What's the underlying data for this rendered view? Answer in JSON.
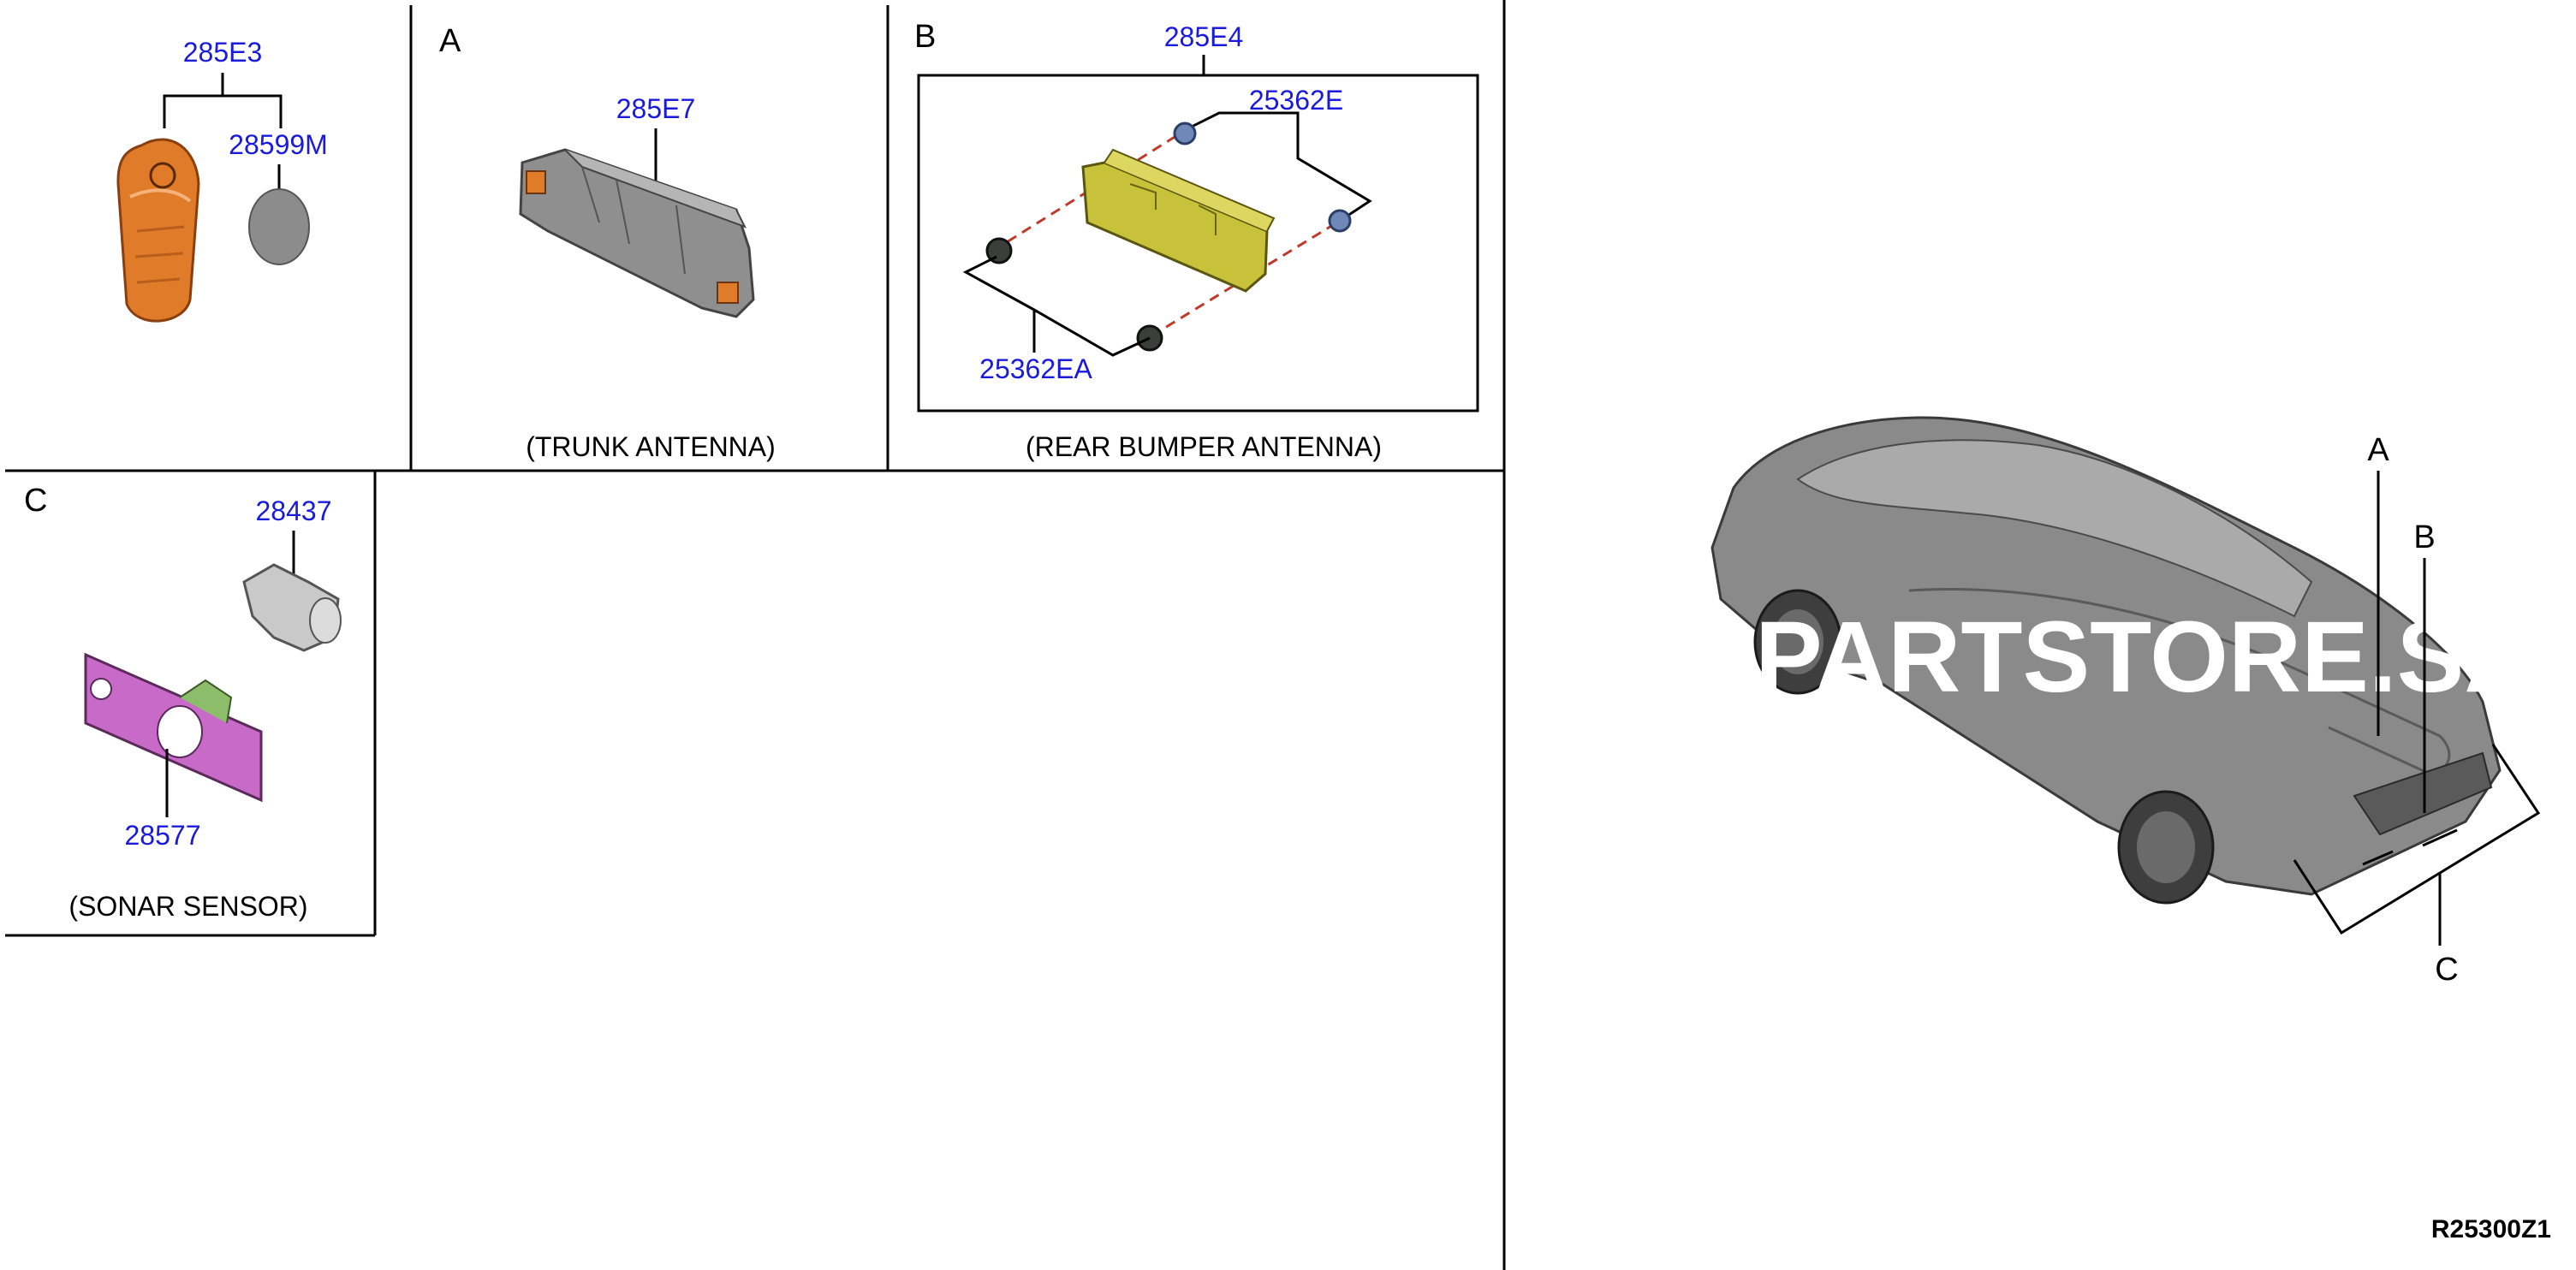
{
  "fob": {
    "key_part": "285E3",
    "battery_part": "28599M"
  },
  "trunk": {
    "letter": "A",
    "part": "285E7",
    "caption": "(TRUNK ANTENNA)"
  },
  "rear_bumper": {
    "letter": "B",
    "part": "285E4",
    "nut_part": "25362E",
    "clip_part": "25362EA",
    "caption": "(REAR BUMPER ANTENNA)"
  },
  "sonar": {
    "letter": "C",
    "sensor_part": "28437",
    "bracket_part": "28577",
    "caption": "(SONAR SENSOR)"
  },
  "vehicle": {
    "callout_a": "A",
    "callout_b": "B",
    "callout_c": "C"
  },
  "watermark": "PARTSTORE.SA",
  "ref_code": "R25300Z1",
  "colors": {
    "part_number": "#1a1adc",
    "key_fob": "#e07b2a",
    "antenna_bracket": "#c8c23a",
    "sonar_bracket": "#c86ac8",
    "vehicle": "#8a8a8a"
  }
}
